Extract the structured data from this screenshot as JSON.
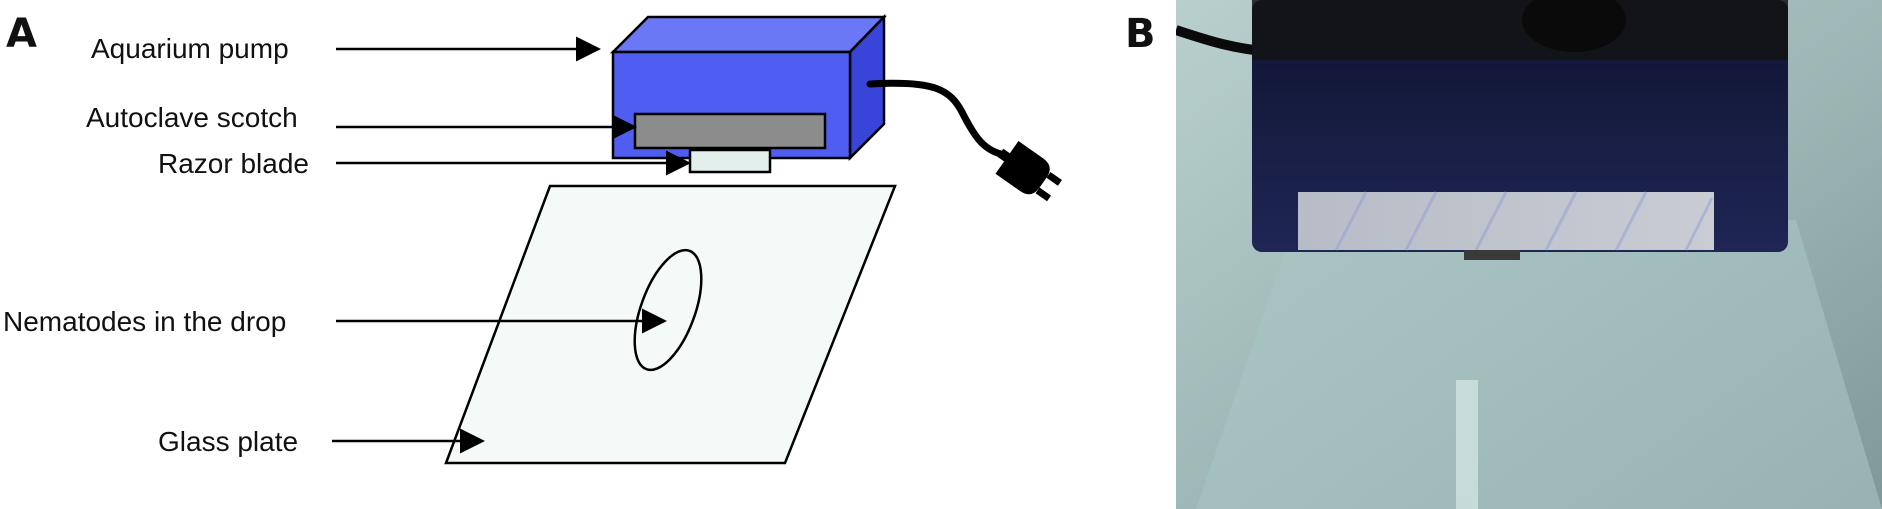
{
  "panels": {
    "a": {
      "letter": "A"
    },
    "b": {
      "letter": "B"
    }
  },
  "labels": {
    "aquarium_pump": "Aquarium pump",
    "autoclave_scotch": "Autoclave scotch",
    "razor_blade": "Razor blade",
    "nematodes_drop": "Nematodes in the drop",
    "glass_plate": "Glass plate"
  },
  "colors": {
    "pump_blue": "#4f5ef0",
    "pump_blue_top": "#6a78f5",
    "pump_blue_side": "#3845d8",
    "scotch_gray": "#8c8c8c",
    "razor_fill": "#e3efec",
    "glass_fill": "#f3faf8",
    "photo_bg": "#9fb9b8",
    "photo_device": "#1a1f45"
  },
  "icons": {
    "plug": "electric-plug-icon"
  }
}
